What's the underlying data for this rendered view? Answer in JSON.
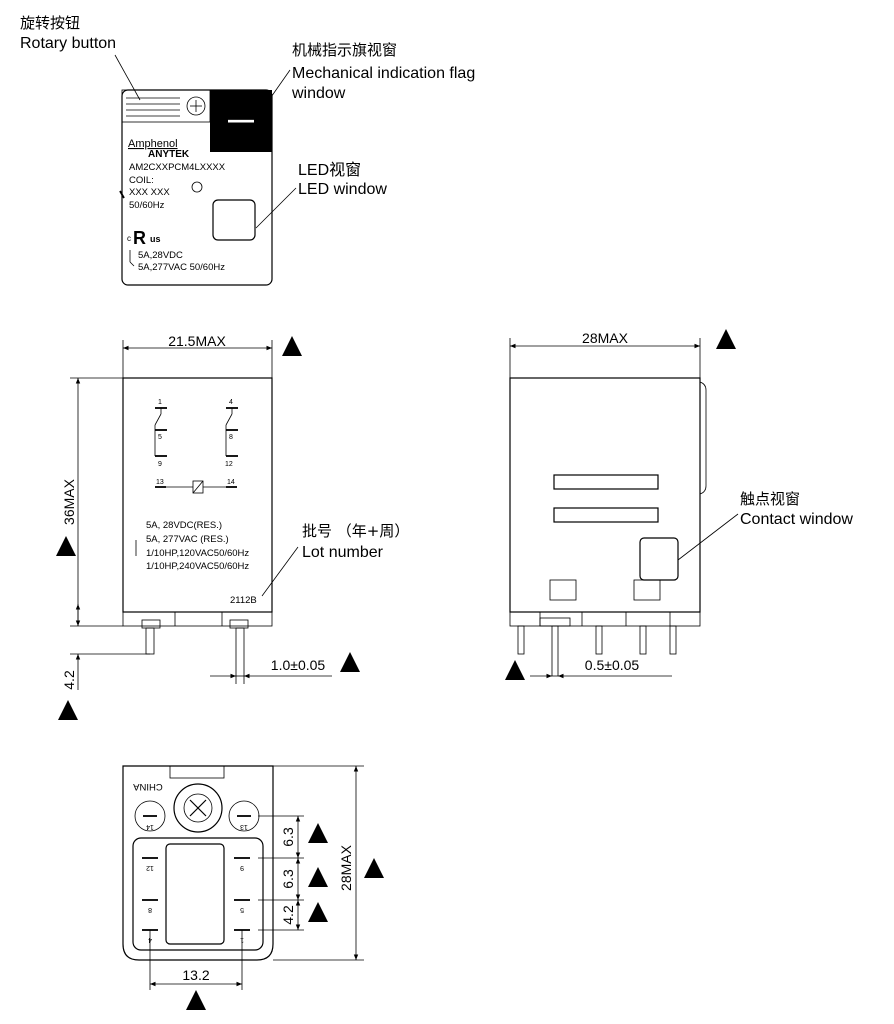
{
  "callouts": {
    "rotary_cn": "旋转按钮",
    "rotary_en": "Rotary button",
    "flag_cn": "机械指示旗视窗",
    "flag_en1": "Mechanical indication flag",
    "flag_en2": "window",
    "led_cn": "LED视窗",
    "led_en": "LED window",
    "lot_cn": "批号 （年+周）",
    "lot_en": "Lot number",
    "contact_cn": "触点视窗",
    "contact_en": "Contact window"
  },
  "label": {
    "brand": "Amphenol",
    "sub_brand": "ANYTEK",
    "model": "AM2CXXPCM4LXXXX",
    "coil": "COIL:",
    "coil_value": "XXX XXX",
    "frequency": "50/60Hz",
    "cert": "c",
    "cert_mark": "R",
    "cert_us": "us",
    "rating1": "5A,28VDC",
    "rating2": "5A,277VAC 50/60Hz",
    "flag_symbol": "—"
  },
  "front_view": {
    "width_dim": "21.5MAX",
    "height_dim": "36MAX",
    "pin_len_dim": "4.2",
    "pin_width_dim": "1.0±0.05",
    "pins": [
      "1",
      "5",
      "9",
      "4",
      "8",
      "12",
      "13",
      "14"
    ],
    "ratings": [
      "5A, 28VDC(RES.)",
      "5A, 277VAC (RES.)",
      "1/10HP,120VAC50/60Hz",
      "1/10HP,240VAC50/60Hz"
    ],
    "lot_code": "2112B"
  },
  "side_view": {
    "width_dim": "28MAX",
    "pin_width_dim": "0.5±0.05"
  },
  "bottom_view": {
    "country": "CHINA",
    "pitch1": "6.3",
    "pitch2": "6.3",
    "pitch3": "4.2",
    "height_dim": "28MAX",
    "width_dim": "13.2",
    "pins_left": [
      "14",
      "12",
      "8",
      "4"
    ],
    "pins_right": [
      "13",
      "9",
      "5",
      "1"
    ]
  }
}
